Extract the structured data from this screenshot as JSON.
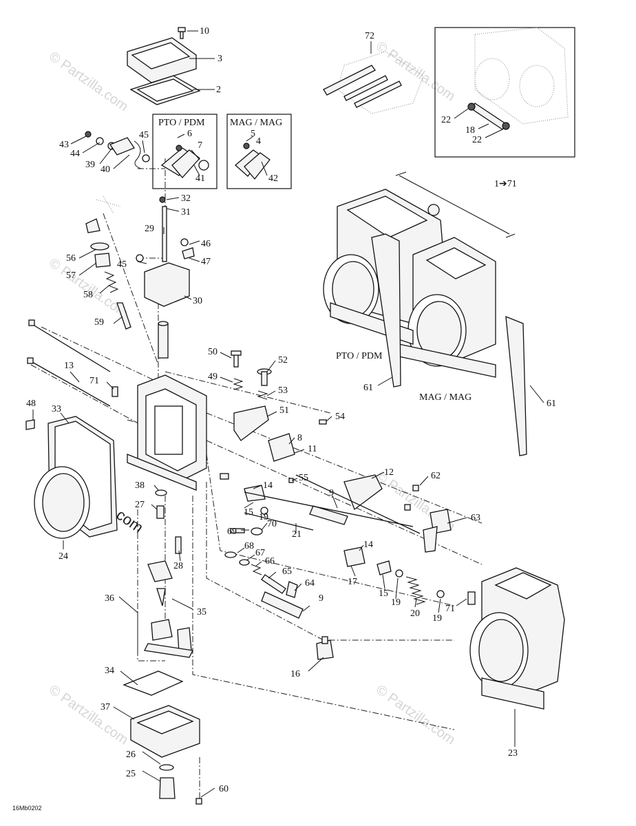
{
  "diagram": {
    "inset_labels": {
      "pto_pdm": "PTO / PDM",
      "mag_mag": "MAG / MAG"
    },
    "assembly_labels": {
      "pto_pdm": "PTO / PDM",
      "mag_mag": "MAG / MAG",
      "range": "1➔71"
    },
    "drawing_code": "16Mb0202",
    "watermark": "© Partzilla.com",
    "callouts": [
      "10",
      "3",
      "2",
      "6",
      "7",
      "41",
      "5",
      "4",
      "42",
      "43",
      "44",
      "39",
      "40",
      "45",
      "32",
      "31",
      "29",
      "46",
      "47",
      "45",
      "30",
      "56",
      "57",
      "58",
      "59",
      "13",
      "71",
      "48",
      "33",
      "24",
      "50",
      "49",
      "52",
      "53",
      "51",
      "54",
      "8",
      "11",
      "55",
      "12",
      "62",
      "63",
      "9",
      "14",
      "15",
      "19",
      "21",
      "38",
      "27",
      "70",
      "69",
      "68",
      "67",
      "66",
      "65",
      "64",
      "17",
      "14",
      "15",
      "19",
      "20",
      "19",
      "71",
      "28",
      "36",
      "35",
      "9",
      "16",
      "34",
      "37",
      "26",
      "60",
      "25",
      "23",
      "72",
      "22",
      "18",
      "22",
      "61",
      "61"
    ]
  }
}
